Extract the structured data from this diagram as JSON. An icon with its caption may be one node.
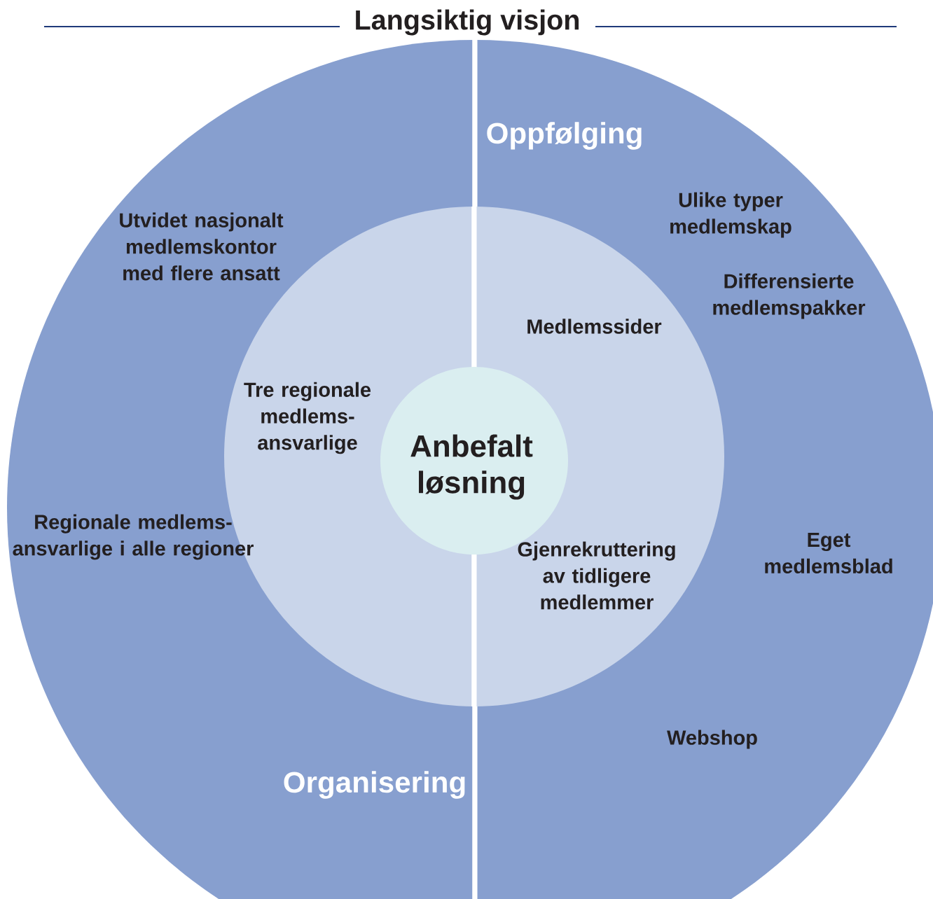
{
  "diagram": {
    "title": "Langsiktig visjon",
    "nodes": [
      {
        "text": [
          "Organisering",
          "Utvidet nasjonalt medlemskontor med flere ansatt",
          "Regionale medlems-ansvarlige i alle regioner"
        ]
      },
      {
        "text": [
          "Oppfølging",
          "Ulike typer medlemskap",
          "Differensierte medlemspakker",
          "Eget medlemsblad",
          "Webshop"
        ]
      },
      {
        "text": [
          "Tre regionale medlems-ansvarlige"
        ],
        "in": 0
      },
      {
        "text": [
          "Medlemssider",
          "Gjenrekruttering av tidligere medlemmer"
        ],
        "in": 1
      },
      {
        "text": [
          "Anbefalt løsning"
        ]
      }
    ]
  }
}
